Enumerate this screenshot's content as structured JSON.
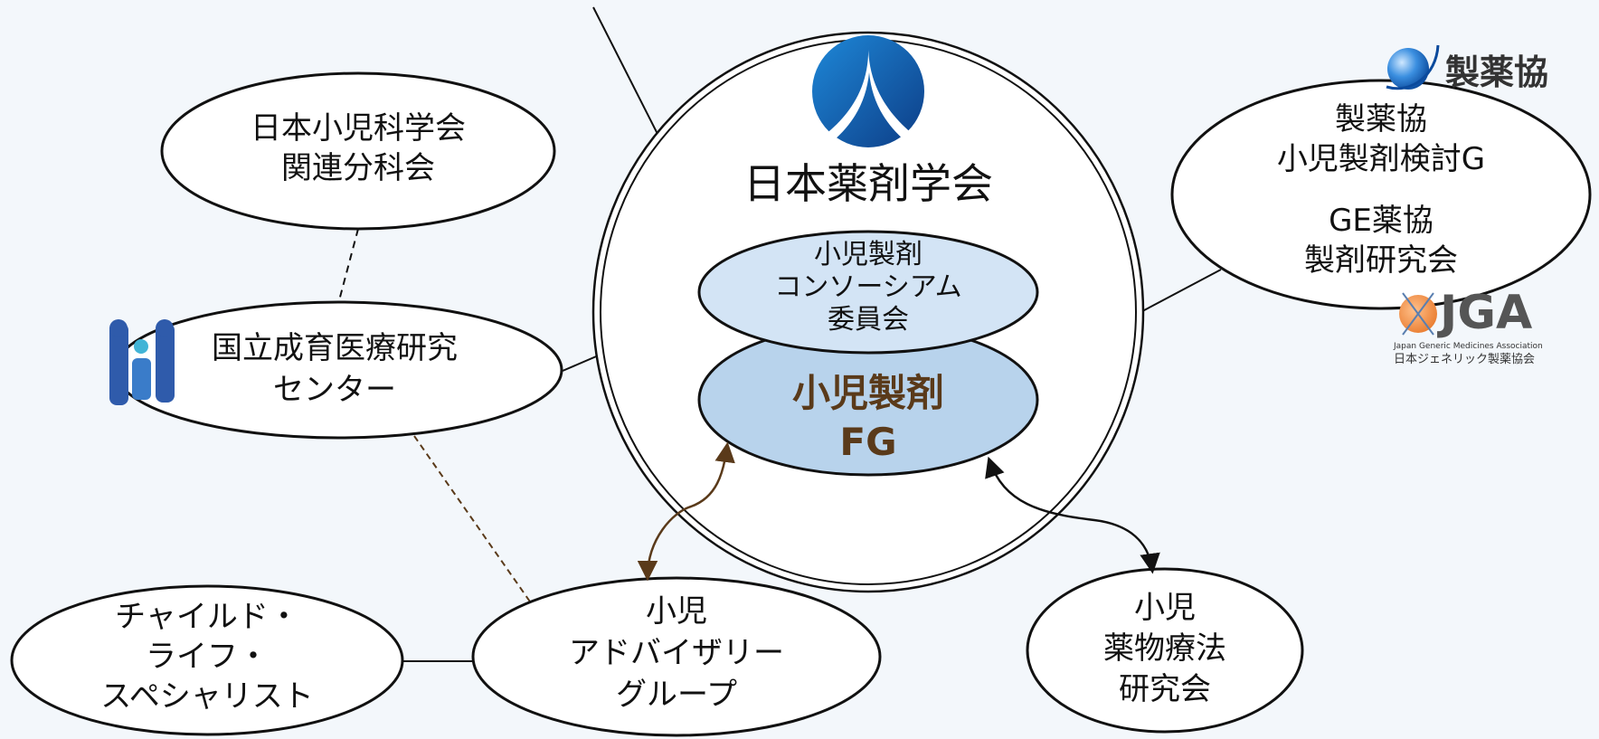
{
  "center": {
    "title": "日本薬剤学会",
    "consortium": [
      "小児製剤",
      "コンソーシアム",
      "委員会"
    ],
    "fg": [
      "小児製剤",
      "FG"
    ]
  },
  "nodes": {
    "jps_subcommittee": [
      "日本小児科学会",
      "関連分科会"
    ],
    "ncchd": [
      "国立成育医療研究",
      "センター"
    ],
    "jpma_group": [
      "製薬協",
      "小児製剤検討G"
    ],
    "jga_group": [
      "GE薬協",
      "製剤研究会"
    ],
    "child_life": [
      "チャイルド・",
      "ライフ・",
      "スペシャリスト"
    ],
    "advisory": [
      "小児",
      "アドバイザリー",
      "グループ"
    ],
    "pharmacotherapy": [
      "小児",
      "薬物療法",
      "研究会"
    ]
  },
  "logos": {
    "jpma": "製薬協",
    "jga": "JGA",
    "jga_en": "Japan Generic Medicines Association",
    "jga_jp": "日本ジェネリック製薬協会"
  },
  "icons": [
    "jsps-logo-icon",
    "ncchd-logo-icon",
    "jpma-globe-icon",
    "jga-logo-icon"
  ],
  "colors": {
    "background": "#f3f7fb",
    "consortium_fill": "#d3e4f5",
    "fg_fill": "#b8d3ec",
    "fg_text": "#5a3a1a",
    "arrow_brown": "#5a3a1a",
    "logo_blue": "#1a6fc0",
    "ncchd_blue": "#2f5bab",
    "jga_orange": "#e8782a"
  }
}
